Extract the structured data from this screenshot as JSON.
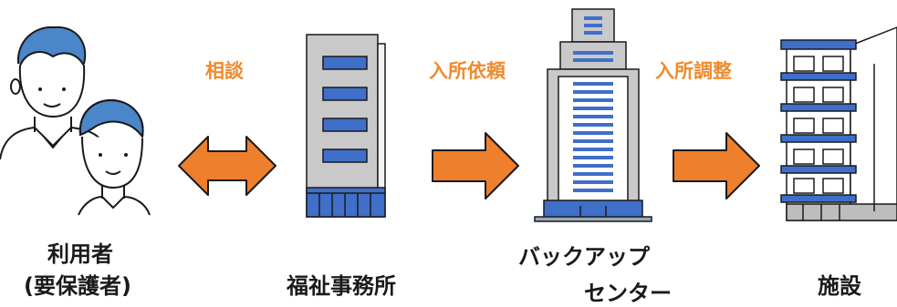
{
  "flow_labels": {
    "consult": "相談",
    "admission_request": "入所依頼",
    "admission_coordination": "入所調整"
  },
  "nodes": {
    "user": {
      "line1": "利用者",
      "line2": "(要保護者)"
    },
    "welfare_office": {
      "label": "福祉事務所"
    },
    "backup_center": {
      "line1": "バックアップ",
      "line2": "センター"
    },
    "facility": {
      "label": "施設"
    }
  },
  "colors": {
    "arrow_fill": "#ee7f2d",
    "arrow_stroke": "#1a1a1a",
    "flow_text": "#f08a2c",
    "building_blue": "#3f6fc8",
    "building_gray": "#c9c9c9"
  }
}
